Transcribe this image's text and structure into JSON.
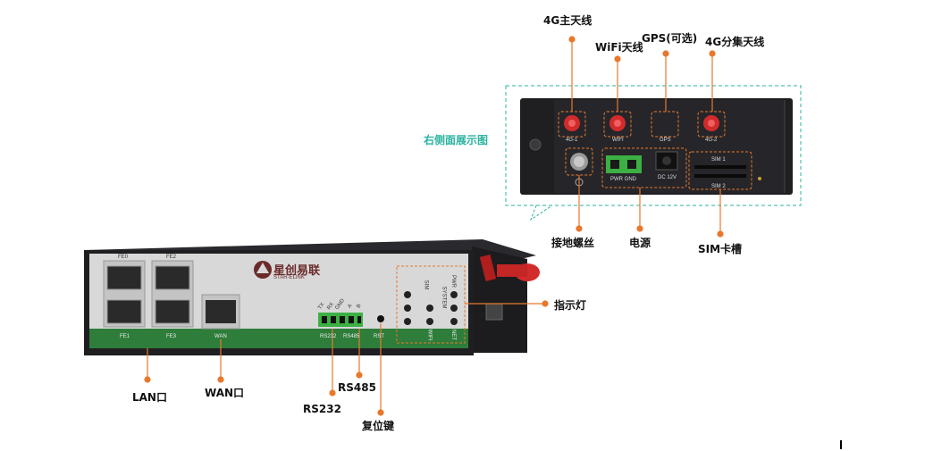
{
  "side_panel": {
    "title": "右侧面展示图",
    "port_labels": {
      "ant_4g1": "4G-1",
      "ant_wifi": "WIFI",
      "ant_gps": "GPS",
      "ant_4g2": "4G-2",
      "pwr_gnd": "PWR GND",
      "dc": "DC 12V",
      "sim1": "SIM 1",
      "sim2": "SIM 2"
    }
  },
  "callouts": {
    "ant_4g_main": "4G主天线",
    "wifi_ant": "WiFi天线",
    "gps_ant": "GPS(可选)",
    "ant_4g_div": "4G分集天线",
    "ground_screw": "接地螺丝",
    "power": "电源",
    "sim_slot": "SIM卡槽",
    "indicator": "指示灯",
    "lan": "LAN口",
    "wan": "WAN口",
    "rs485": "RS485",
    "rs232": "RS232",
    "reset": "复位键"
  },
  "front_panel": {
    "brand": "星创易联",
    "brand_en": "STAR-ELINK",
    "ports": {
      "fe0": "FE0",
      "fe1": "FE1",
      "fe2": "FE2",
      "fe3": "FE3",
      "wan": "WAN",
      "rs232": "RS232",
      "rs485": "RS485",
      "rst": "RST"
    },
    "terminal_pins": [
      "TX",
      "RX",
      "GND",
      "A",
      "B"
    ],
    "leds": {
      "sim": "SIM",
      "system": "SYSTEM",
      "wifi": "WIFI",
      "pwr": "PWR",
      "net": "NET"
    }
  },
  "colors": {
    "accent": "#e8782c",
    "teal": "#2bb3a0",
    "body": "#1f1f22",
    "panel": "#d8d8d8",
    "green": "#2e7d3a",
    "antenna": "#d22b2b"
  }
}
